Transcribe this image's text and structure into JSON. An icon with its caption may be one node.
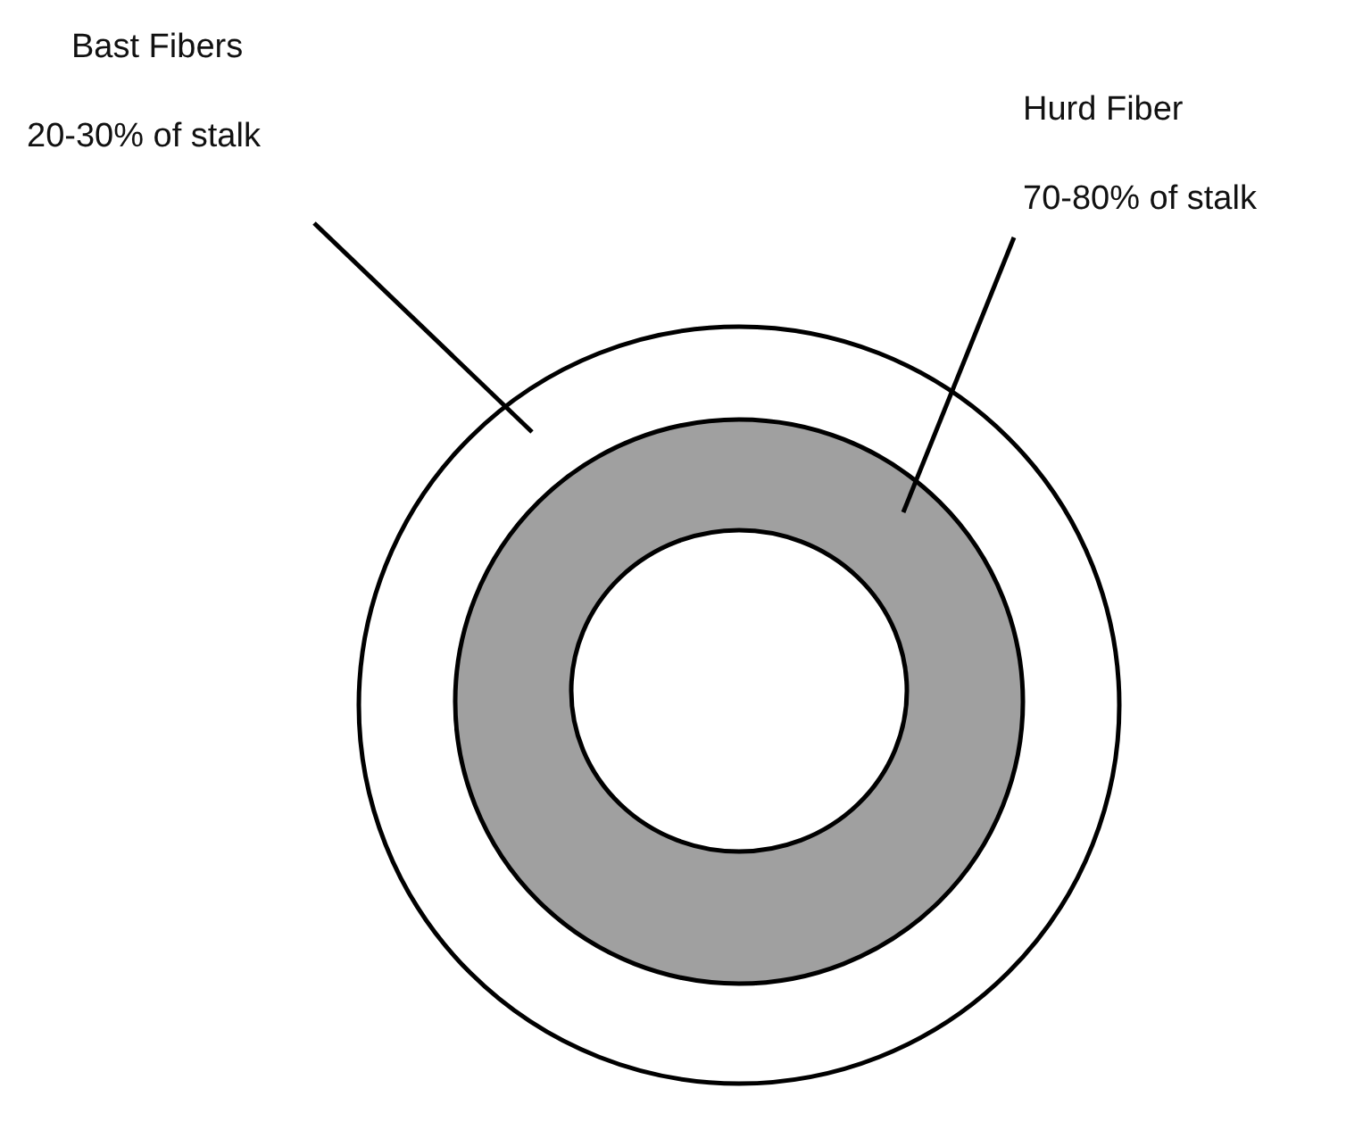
{
  "diagram": {
    "nodes": [
      {
        "text": [
          "Bast Fibers",
          "20-30% of stalk"
        ]
      },
      {
        "text": [
          "Hurd Fiber",
          "70-80% of stalk"
        ]
      },
      {
        "text": [],
        "shape": "circle"
      },
      {
        "text": [],
        "shape": "circle",
        "in": 2
      },
      {
        "text": [],
        "shape": "circle",
        "in": 3
      }
    ],
    "edges": [
      {
        "from": 0,
        "to": 2,
        "arrow": "none"
      },
      {
        "from": 1,
        "to": 3,
        "arrow": "none"
      }
    ]
  }
}
